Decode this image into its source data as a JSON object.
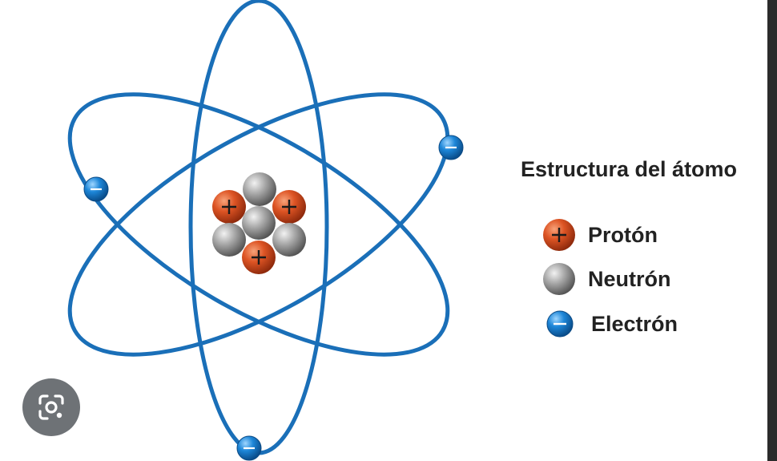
{
  "diagram": {
    "title": "Estructura del átomo",
    "legend": [
      {
        "key": "proton",
        "label": "Protón",
        "symbol": "+",
        "icon": "proton-icon"
      },
      {
        "key": "neutron",
        "label": "Neutrón",
        "symbol": "",
        "icon": "neutron-icon"
      },
      {
        "key": "electron",
        "label": "Electrón",
        "symbol": "−",
        "icon": "electron-icon"
      }
    ],
    "colors": {
      "orbit": "#1a6fb8",
      "proton": "#d2441c",
      "neutron": "#8e8e8e",
      "electron": "#1677c9"
    }
  },
  "overlay": {
    "lens_button_icon": "google-lens-icon"
  }
}
